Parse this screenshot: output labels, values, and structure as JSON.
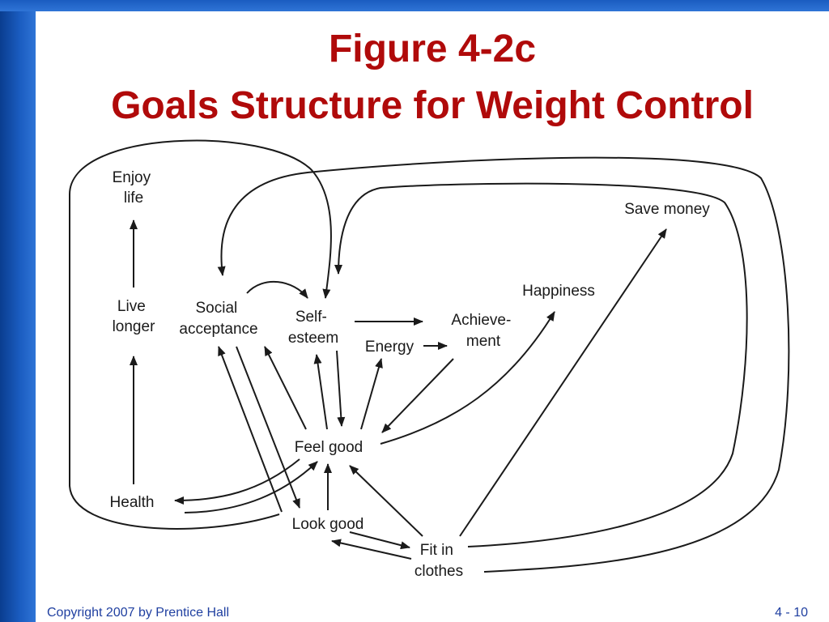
{
  "slide": {
    "title_line1": "Figure 4-2c",
    "title_line2": "Goals Structure for Weight Control",
    "footer_copyright": "Copyright 2007 by Prentice Hall",
    "page_number": "4 - 10"
  },
  "nodes": {
    "enjoy_line1": "Enjoy",
    "enjoy_line2": "life",
    "live_line1": "Live",
    "live_line2": "longer",
    "social_line1": "Social",
    "social_line2": "acceptance",
    "self_line1": "Self-",
    "self_line2": "esteem",
    "energy": "Energy",
    "achieve_line1": "Achieve-",
    "achieve_line2": "ment",
    "happiness": "Happiness",
    "save_money": "Save money",
    "feel_good": "Feel good",
    "health": "Health",
    "look_good": "Look good",
    "fit_line1": "Fit in",
    "fit_line2": "clothes"
  },
  "colors": {
    "title": "#b00a0a",
    "footer": "#1f3fa0",
    "sidebar": "#1a5cc0",
    "lines": "#1a1a1a"
  }
}
